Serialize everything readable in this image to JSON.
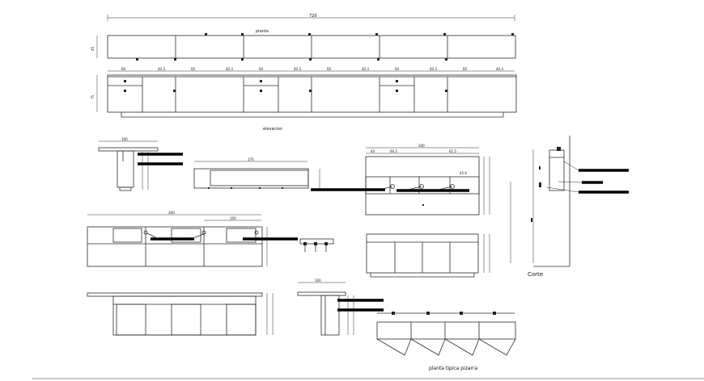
{
  "labels": {
    "dim_total": "720",
    "planta": "planta",
    "elevacion": "elevacion",
    "corte": "Corte",
    "planta_tipica": "planta tipica pizarra",
    "dim_top_60": "60",
    "dim_top_403": "40.3",
    "dim_left_elev": "75",
    "dim_left_plan": "45",
    "dim_mid_100": "100",
    "dim_top_170": "170",
    "dim_right_200": "200",
    "dim_right_sub1": "40",
    "dim_right_sub2": "60.5",
    "dim_right_sub3": "61.5",
    "dim_right_sub4": "45.6",
    "dim_left_300": "300",
    "dim_left_100": "100",
    "dim_bot_100": "100"
  },
  "colors": {
    "line": "#2a2a2a",
    "heavy": "#000000",
    "background": "#ffffff"
  }
}
